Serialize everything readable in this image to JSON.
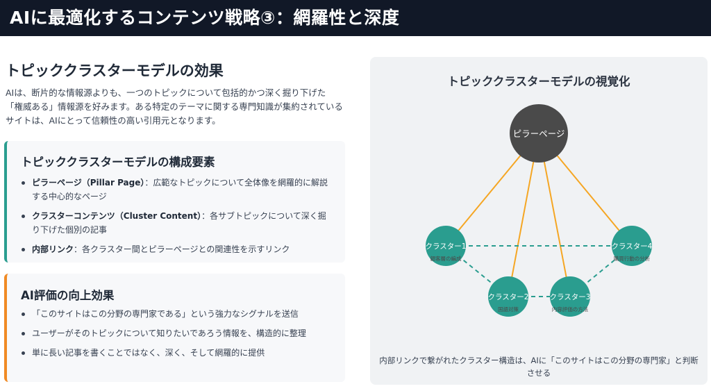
{
  "header": {
    "title": "AIに最適化するコンテンツ戦略③：網羅性と深度"
  },
  "left": {
    "section_title": "トピッククラスターモデルの効果",
    "intro": "AIは、断片的な情報源よりも、一つのトピックについて包括的かつ深く掘り下げた「権威ある」情報源を好みます。ある特定のテーマに関する専門知識が集約されているサイトは、AIにとって信頼性の高い引用元となります。",
    "card1": {
      "title": "トピッククラスターモデルの構成要素",
      "items": [
        {
          "term": "ピラーページ（Pillar Page）",
          "desc": "：広範なトピックについて全体像を網羅的に解説する中心的なページ"
        },
        {
          "term": "クラスターコンテンツ（Cluster Content）",
          "desc": "：各サブトピックについて深く掘り下げた個別の記事"
        },
        {
          "term": "内部リンク",
          "desc": "：各クラスター間とピラーページとの関連性を示すリンク"
        }
      ]
    },
    "card2": {
      "title": "AI評価の向上効果",
      "items": [
        "「このサイトはこの分野の専門家である」という強力なシグナルを送信",
        "ユーザーがそのトピックについて知りたいであろう情報を、構造的に整理",
        "単に長い記事を書くことではなく、深く、そして網羅的に提供"
      ]
    }
  },
  "diagram": {
    "title": "トピッククラスターモデルの視覚化",
    "pillar_label": "ピラーページ",
    "clusters": [
      {
        "label": "クラスター1",
        "sub": "顧客層の編成"
      },
      {
        "label": "クラスター2",
        "sub": "国語対策"
      },
      {
        "label": "クラスター3",
        "sub": "内容評価の方法"
      },
      {
        "label": "クラスター4",
        "sub": "購買行動の分析"
      }
    ],
    "caption": "内部リンクで繋がれたクラスター構造は、AIに「このサイトはこの分野の専門家」と判断させる",
    "colors": {
      "pillar": "#4a4a4a",
      "cluster": "#2a9d8f",
      "pillar_link": "#f5a623",
      "internal_link": "#2a9d8f"
    }
  }
}
